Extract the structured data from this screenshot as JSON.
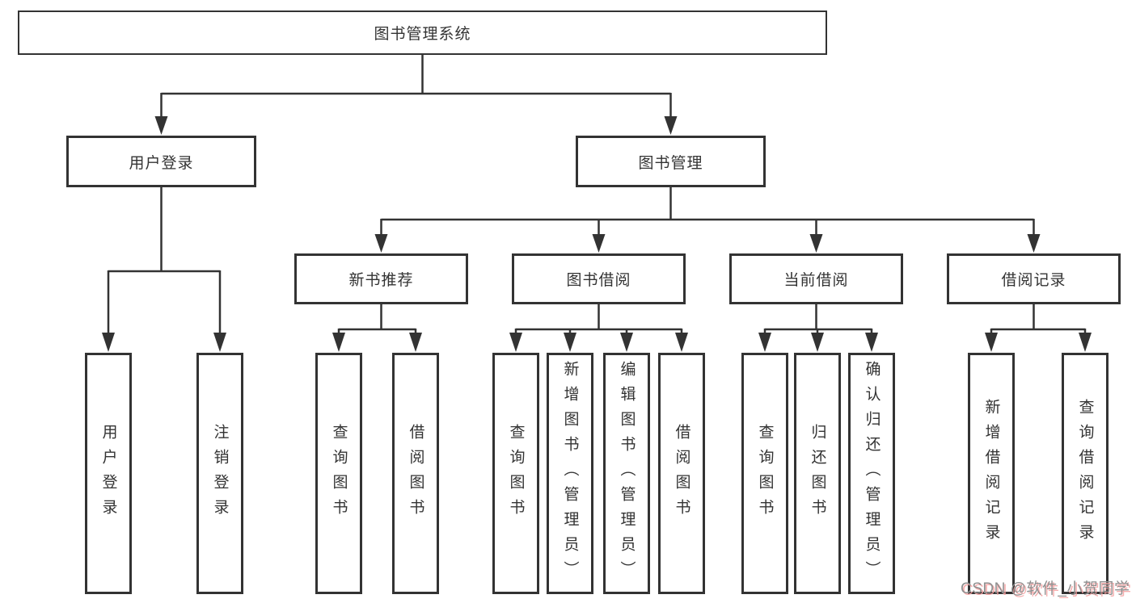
{
  "diagram": {
    "root": {
      "label": "图书管理系统",
      "children": [
        {
          "label": "用户登录",
          "children": [
            {
              "label": "用户登录"
            },
            {
              "label": "注销登录"
            }
          ]
        },
        {
          "label": "图书管理",
          "children": [
            {
              "label": "新书推荐",
              "children": [
                {
                  "label": "查询图书"
                },
                {
                  "label": "借阅图书"
                }
              ]
            },
            {
              "label": "图书借阅",
              "children": [
                {
                  "label": "查询图书"
                },
                {
                  "label": "新增图书（管理员）"
                },
                {
                  "label": "编辑图书（管理员）"
                },
                {
                  "label": "借阅图书"
                }
              ]
            },
            {
              "label": "当前借阅",
              "children": [
                {
                  "label": "查询图书"
                },
                {
                  "label": "归还图书"
                },
                {
                  "label": "确认归还（管理员）"
                }
              ]
            },
            {
              "label": "借阅记录",
              "children": [
                {
                  "label": "新增借阅记录"
                },
                {
                  "label": "查询借阅记录"
                }
              ]
            }
          ]
        }
      ]
    }
  },
  "watermark": {
    "text": "CSDN @软件_小贺同学"
  },
  "colors": {
    "line": "#333333",
    "box_border": "#333333",
    "box_fill": "#ffffff",
    "text": "#333333",
    "background": "#ffffff",
    "watermark_text": "#8f8f8f",
    "watermark_shadow": "#f4a0a0"
  }
}
